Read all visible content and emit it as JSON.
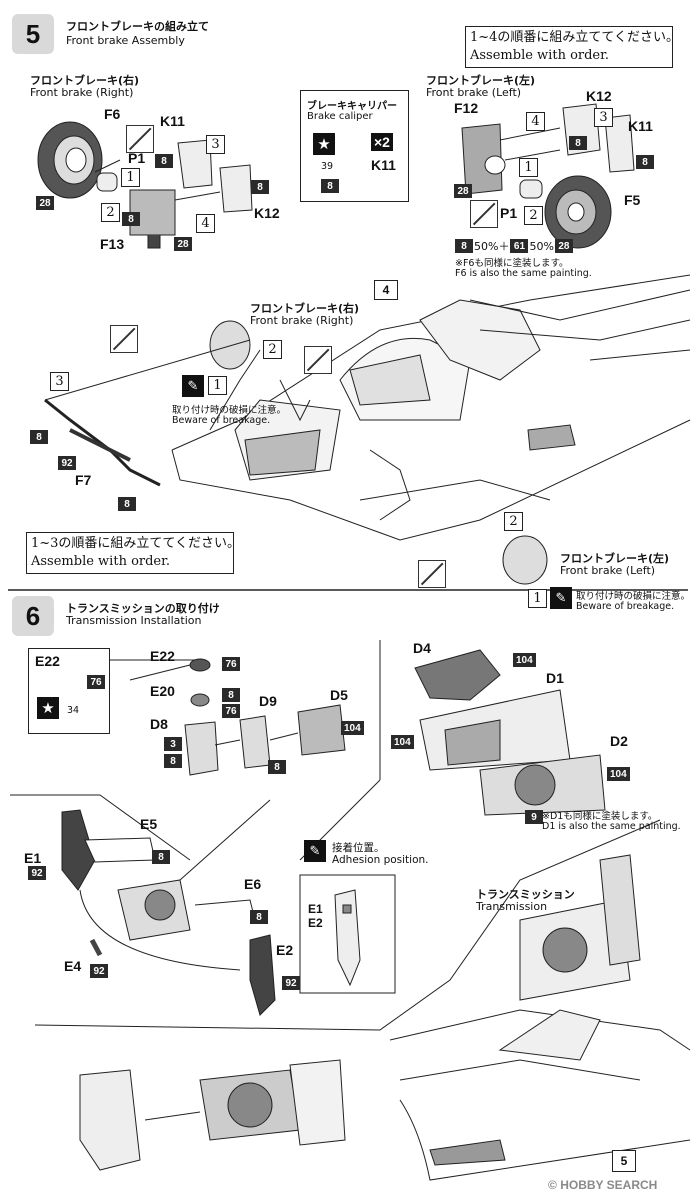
{
  "step5": {
    "number": "5",
    "title_jp": "フロントブレーキの組み立て",
    "title_en": "Front brake Assembly",
    "order_note_jp": "1~4の順番に組み立ててください。",
    "order_note_en": "Assemble with order.",
    "right_brake_jp": "フロントブレーキ(右)",
    "right_brake_en": "Front brake (Right)",
    "left_brake_jp": "フロントブレーキ(左)",
    "left_brake_en": "Front brake (Left)",
    "caliper_jp": "ブレーキキャリパー",
    "caliper_en": "Brake caliper",
    "caliper_qty": "×2",
    "caliper_part": "K11",
    "caliper_paint": "8",
    "caliper_decal": "39",
    "parts_right": {
      "f6": "F6",
      "k11": "K11",
      "p1": "P1",
      "k12": "K12",
      "f13": "F13"
    },
    "parts_left": {
      "f12": "F12",
      "k12": "K12",
      "k11": "K11",
      "p1": "P1",
      "f5": "F5"
    },
    "paint_mix": "50%＋",
    "paint_mix2": "50%",
    "paint_a": "8",
    "paint_b": "61",
    "same_paint_jp": "※F6も同様に塗装します。",
    "same_paint_en": "F6 is also the same painting.",
    "paint_28": "28",
    "paint_8": "8",
    "seq": [
      "1",
      "2",
      "3",
      "4"
    ],
    "assy_order_jp": "1~3の順番に組み立ててください。",
    "assy_order_en": "Assemble with order.",
    "beware_jp": "取り付け時の破損に注意。",
    "beware_en": "Beware of breakage.",
    "f7": "F7",
    "paint_92": "92",
    "ref_step": "4"
  },
  "step6": {
    "number": "6",
    "title_jp": "トランスミッションの取り付け",
    "title_en": "Transmission Installation",
    "e22": "E22",
    "e20": "E20",
    "d8": "D8",
    "d9": "D9",
    "d5": "D5",
    "d4": "D4",
    "d1": "D1",
    "d2": "D2",
    "e5": "E5",
    "e1": "E1",
    "e6": "E6",
    "e2": "E2",
    "e4": "E4",
    "p76": "76",
    "p34": "34",
    "p3": "3",
    "p104": "104",
    "p9": "9",
    "d1_same_jp": "※D1も同様に塗装します。",
    "d1_same_en": "D1 is also the same painting.",
    "adhesion_jp": "接着位置。",
    "adhesion_en": "Adhesion position.",
    "transmission_jp": "トランスミッション",
    "transmission_en": "Transmission",
    "page_number": "5"
  },
  "watermark": "HOBBY SEARCH"
}
